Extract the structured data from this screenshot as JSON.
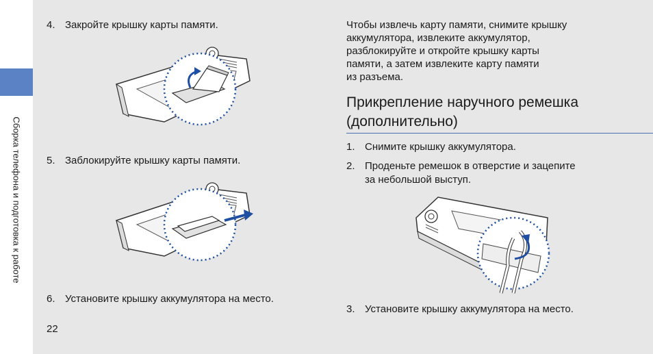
{
  "sidebar": {
    "section_title": "Сборка телефона и подготовка к работе"
  },
  "page_number": "22",
  "left_steps": [
    {
      "num": "4.",
      "text": "Закройте крышку карты памяти."
    },
    {
      "num": "5.",
      "text": "Заблокируйте крышку карты памяти."
    },
    {
      "num": "6.",
      "text": "Установите крышку аккумулятора на место."
    }
  ],
  "right": {
    "intro_lines": [
      "Чтобы извлечь карту памяти, снимите крышку",
      "аккумулятора, извлеките аккумулятор,",
      "разблокируйте и откройте крышку карты",
      "памяти, а затем извлеките карту памяти",
      "из разъема."
    ],
    "heading_lines": [
      "Прикрепление наручного ремешка",
      "(дополнительно)"
    ],
    "steps": [
      {
        "num": "1.",
        "lines": [
          "Снимите крышку аккумулятора."
        ]
      },
      {
        "num": "2.",
        "lines": [
          "Проденьте ремешок в отверстие и зацепите",
          "за небольшой выступ."
        ]
      },
      {
        "num": "3.",
        "lines": [
          "Установите крышку аккумулятора на место."
        ]
      }
    ]
  },
  "colors": {
    "accent": "#5b82c5",
    "rule": "#4d6fb3",
    "callout": "#1f4fa3",
    "background": "#e7e7e7"
  }
}
